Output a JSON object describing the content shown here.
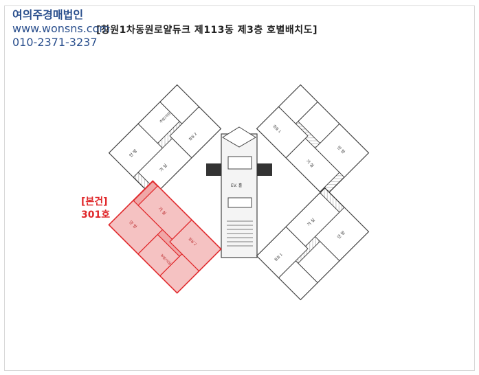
{
  "watermark": {
    "company": "여의주경매법인",
    "website": "www.wonsns.com",
    "phone": "010-2371-3237"
  },
  "document": {
    "title": "[창원1차동원로얄듀크 제113동 제3층 호별배치도]"
  },
  "highlight": {
    "tag": "[본건]",
    "unit": "301호",
    "color": "#e0282b"
  },
  "plan_labels": {
    "elevator_hall": "EV. 홀",
    "living": "거 실",
    "master": "안 방",
    "room1": "침실 1",
    "room2": "침실 2",
    "kitchen": "주방/식당"
  }
}
